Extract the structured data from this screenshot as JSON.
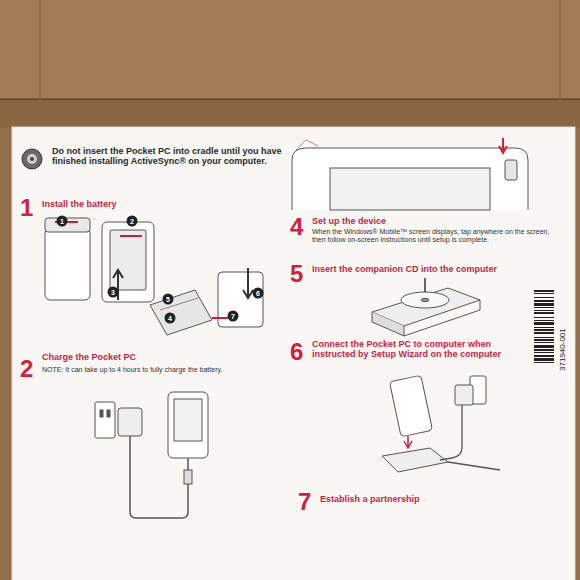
{
  "diagram": {
    "labels": [
      "Do not insert the Pocket PC into cradle until you have finished installing ActiveSync® on your computer.",
      "1",
      "Install the battery",
      "1",
      "2",
      "3",
      "4",
      "5",
      "6",
      "7",
      "2",
      "Charge the Pocket PC",
      "NOTE: It can take up to 4 hours to fully charge the battery.",
      "4",
      "Set up the device",
      "When the Windows® Mobile™ screen displays, tap anywhere on the screen, then follow on-screen instructions until setup is complete.",
      "5",
      "Insert the companion CD into the computer",
      "6",
      "Connect the Pocket PC to computer when instructed by Setup Wizard on the computer",
      "7",
      "Establish a partnership",
      "371940-001"
    ]
  }
}
